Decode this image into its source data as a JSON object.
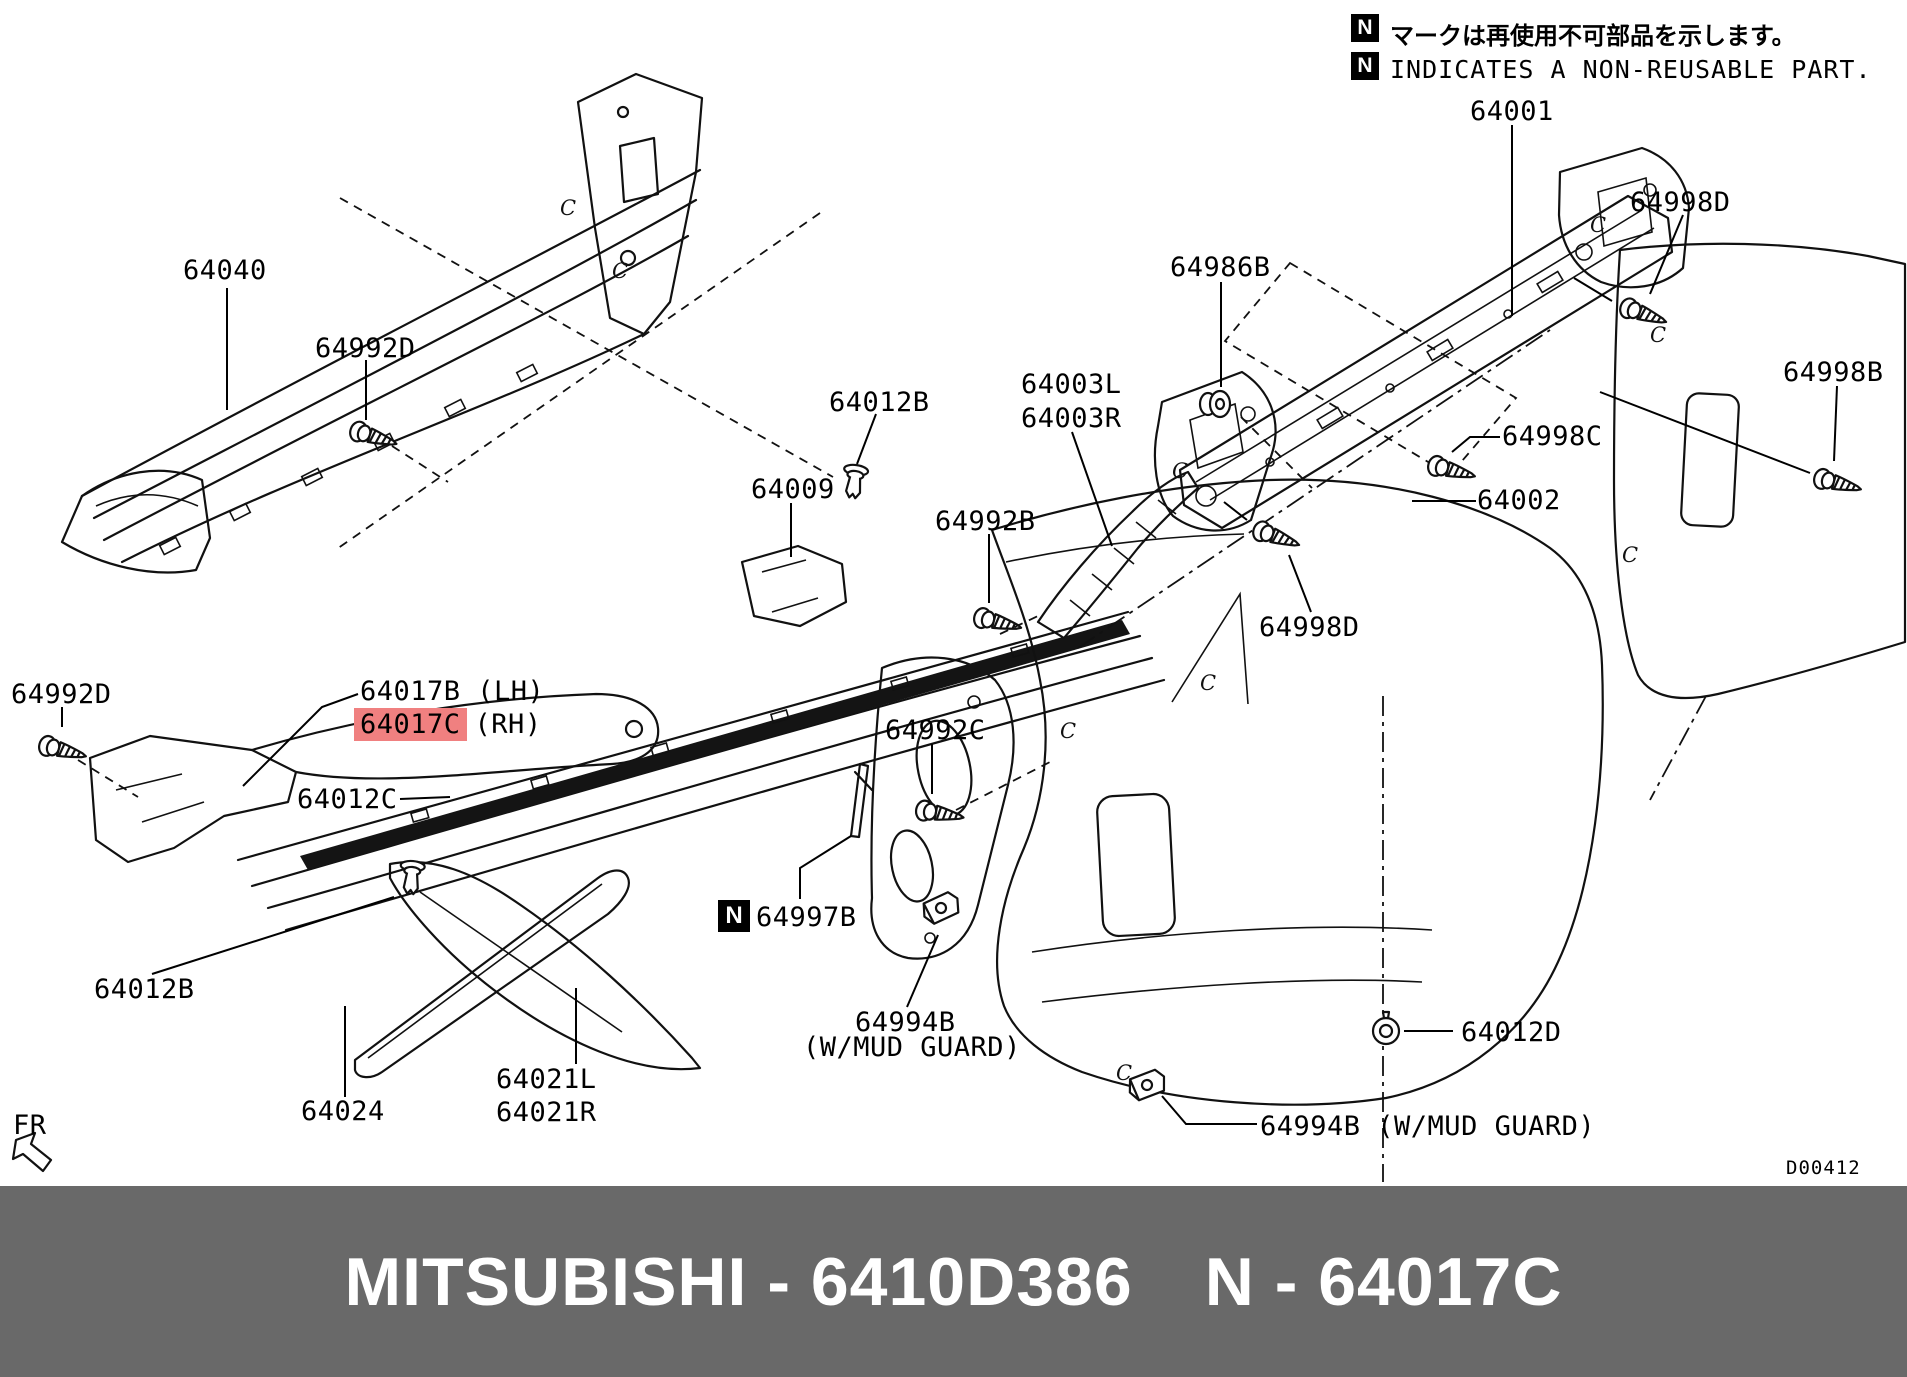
{
  "legend": {
    "mark": "N",
    "line1": "マークは再使用不可部品を示します。",
    "line2": "INDICATES A NON-REUSABLE PART."
  },
  "parts": {
    "p64040": "64040",
    "p64992d_top": "64992D",
    "p64012b_top": "64012B",
    "p64009": "64009",
    "p64992b": "64992B",
    "p64003l": "64003L",
    "p64003r": "64003R",
    "p64001": "64001",
    "p64986b": "64986B",
    "p64998d_top": "64998D",
    "p64998b": "64998B",
    "p64998c": "64998C",
    "p64002": "64002",
    "p64998d_low": "64998D",
    "p64992d_left": "64992D",
    "p64992c": "64992C",
    "p64017b_lh": "64017B (LH)",
    "p64017c": "64017C",
    "p64017c_suffix": "(RH)",
    "p64012c": "64012C",
    "p64012b_bot": "64012B",
    "p64997b_mark": "N",
    "p64997b": "64997B",
    "p64994b": "64994B",
    "p64994b_sub": "(W/MUD GUARD)",
    "p64021l": "64021L",
    "p64021r": "64021R",
    "p64024": "64024",
    "p64994b_right": "64994B (W/MUD GUARD)",
    "p64012d": "64012D"
  },
  "footer": {
    "fr_label": "FR",
    "drawing_no": "D00412"
  },
  "banner": {
    "left": "MITSUBISHI - 6410D386",
    "right": "N - 64017C"
  },
  "colors": {
    "highlight": "#f08080",
    "banner_bg": "#696969",
    "line": "#111111"
  },
  "diagram": {
    "clip_mark": "C"
  }
}
